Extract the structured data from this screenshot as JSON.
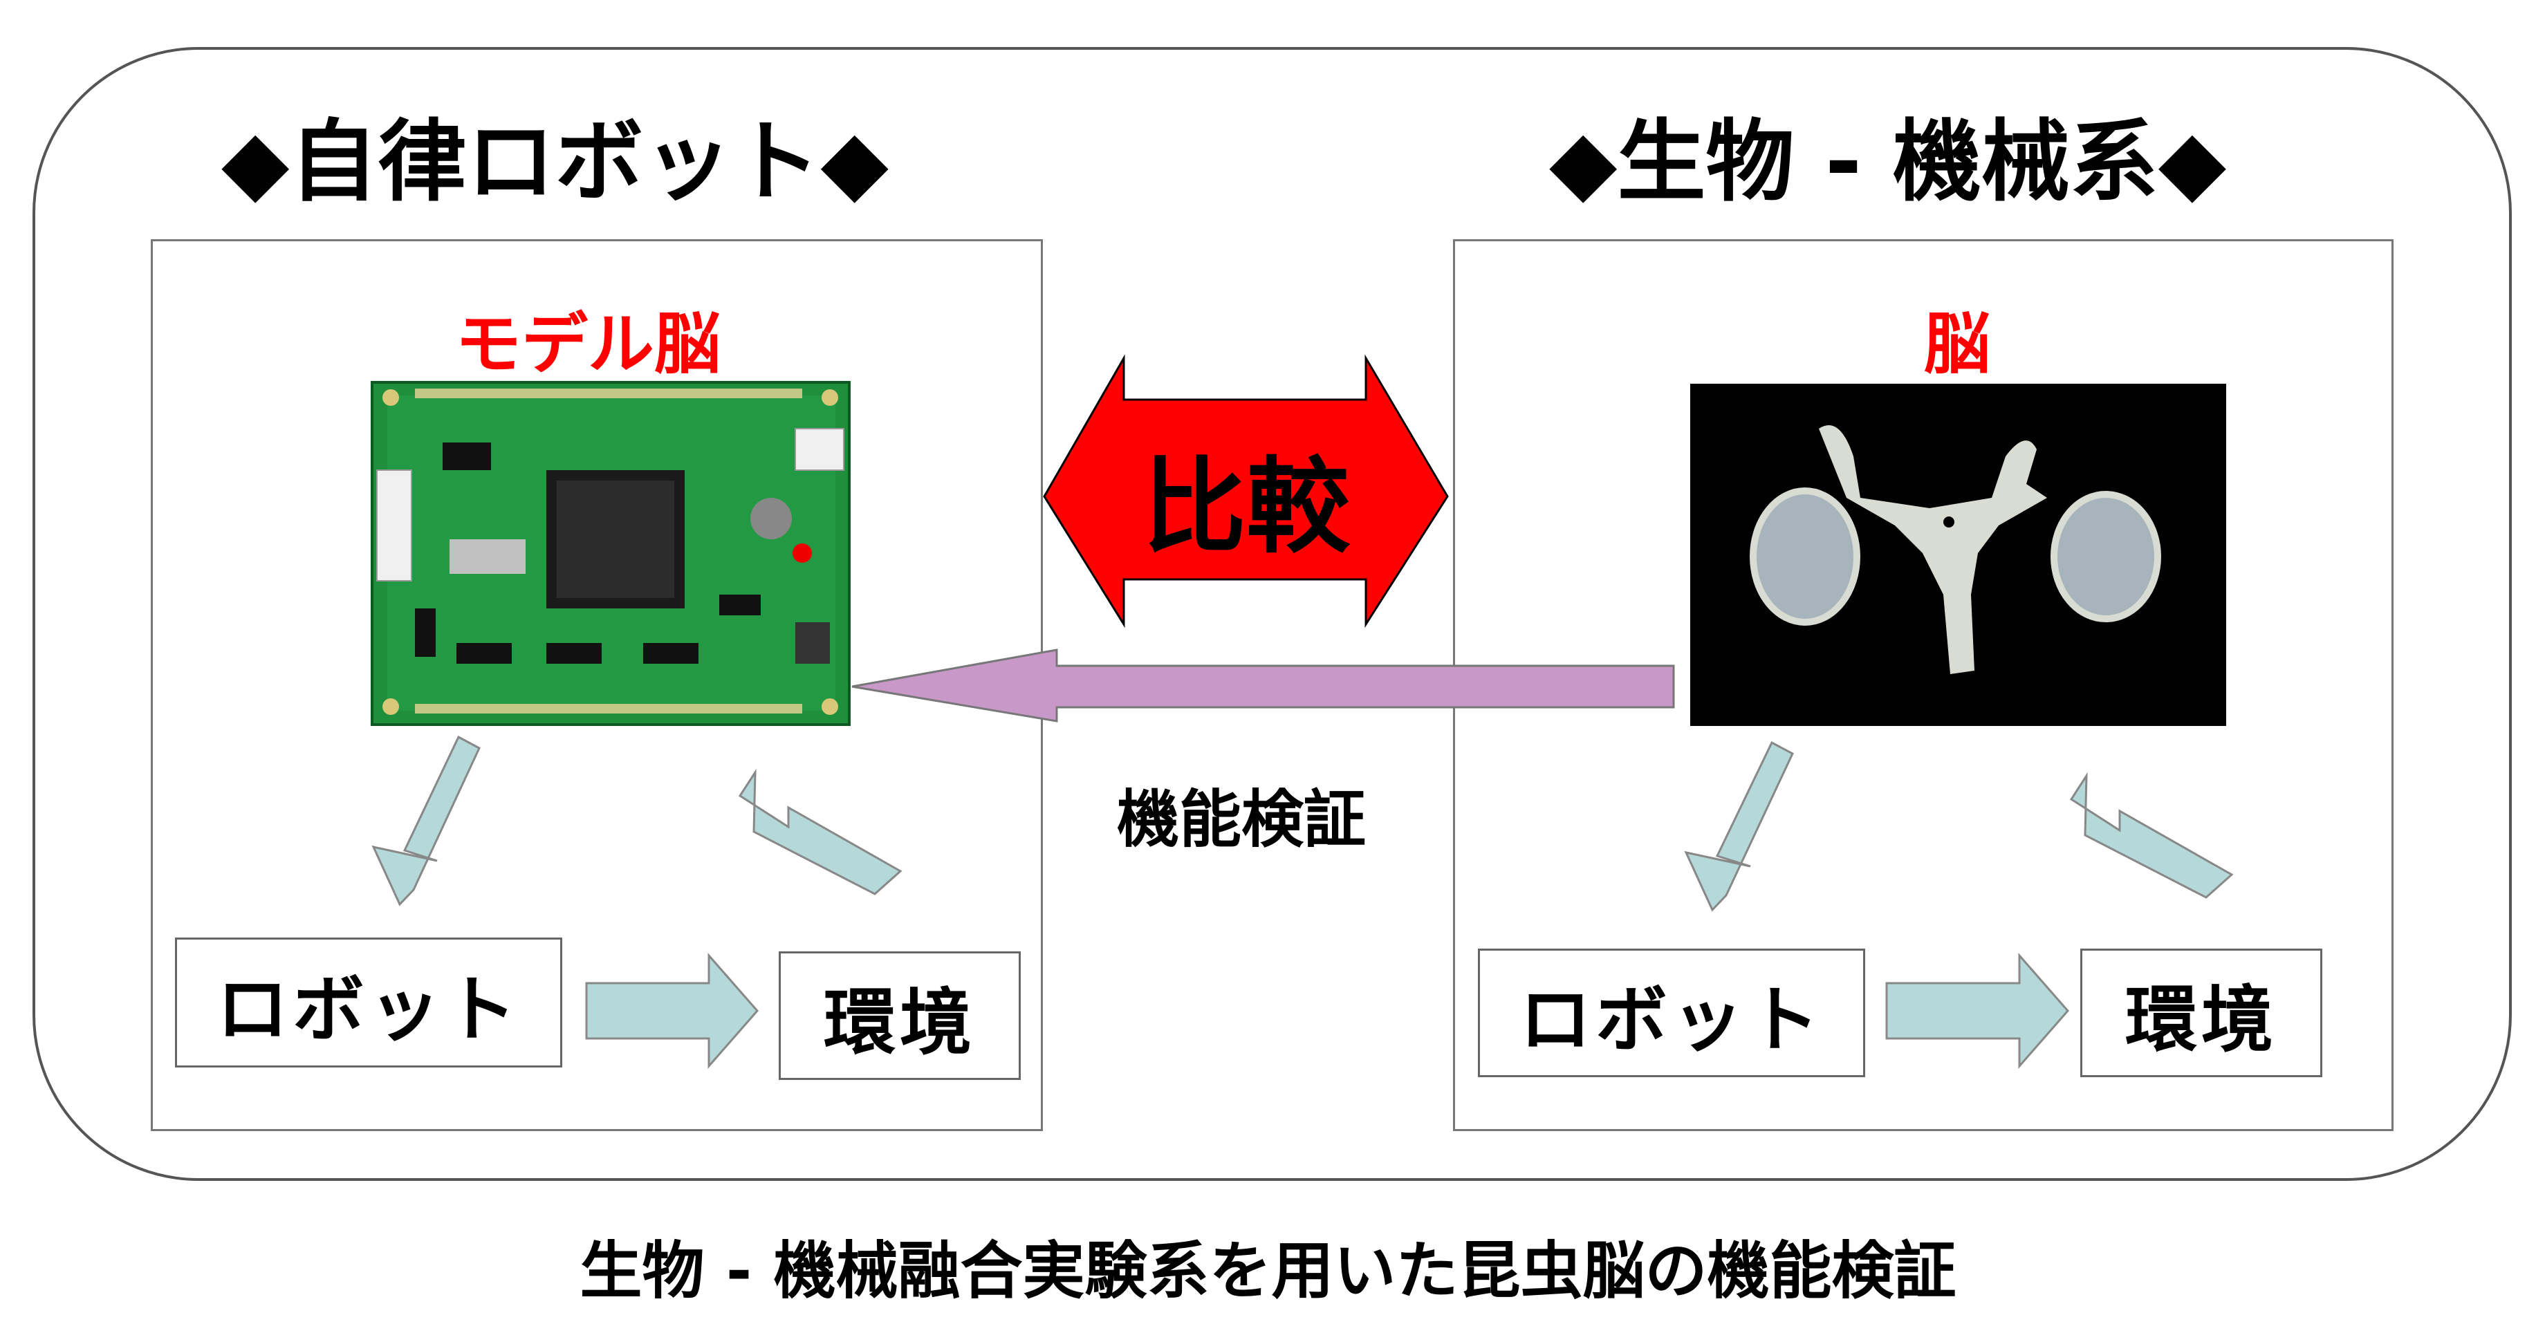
{
  "left": {
    "heading": "◆自律ロボット◆",
    "brain_label": "モデル脳",
    "robot_label": "ロボット",
    "env_label": "環境"
  },
  "right": {
    "heading": "◆生物 - 機械系◆",
    "brain_label": "脳",
    "robot_label": "ロボット",
    "env_label": "環境"
  },
  "compare_label": "比較",
  "verify_label": "機能検証",
  "caption": "生物 - 機械融合実験系を用いた昆虫脳の機能検証",
  "colors": {
    "compare_arrow": "#ff0000",
    "verify_arrow": "#c899c8",
    "cycle_arrow": "#b5d8d8",
    "label_red": "#ff0000"
  }
}
